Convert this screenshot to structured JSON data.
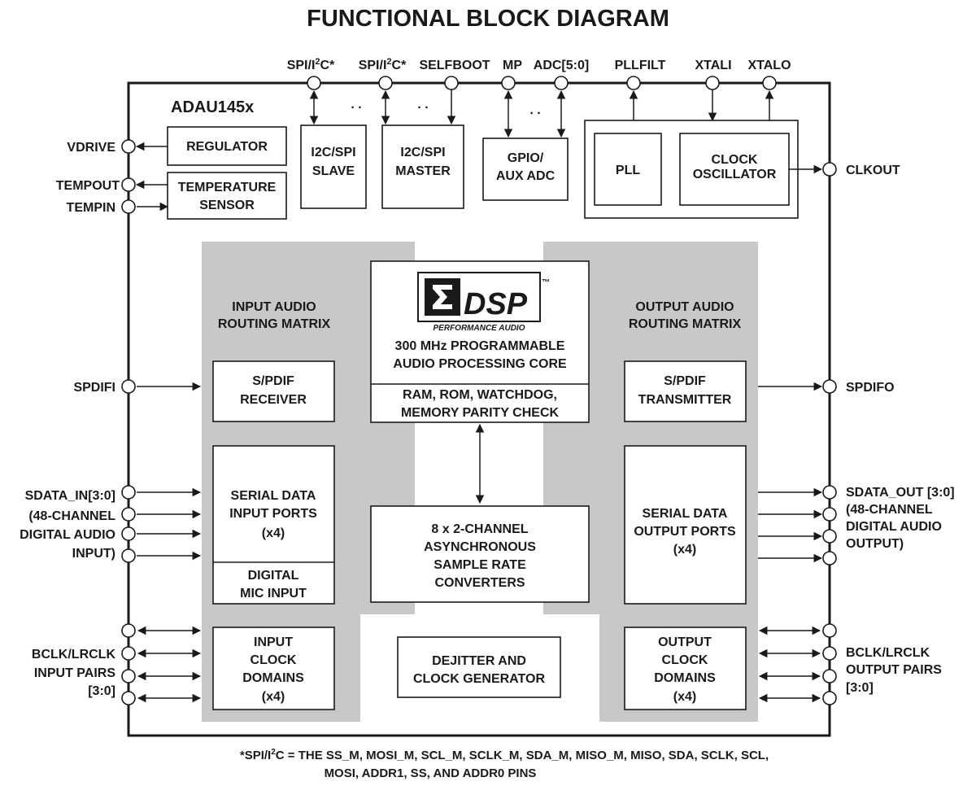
{
  "title": "FUNCTIONAL BLOCK DIAGRAM",
  "chip_name": "ADAU145x",
  "top_pins": {
    "spi_i2c_1": [
      "SPI/I",
      "2",
      "C*"
    ],
    "spi_i2c_2": [
      "SPI/I",
      "2",
      "C*"
    ],
    "selfboot": "SELFBOOT",
    "mp": "MP",
    "adc": "ADC[5:0]",
    "pllfilt": "PLLFILT",
    "xtali": "XTALI",
    "xtalo": "XTALO"
  },
  "ellipsis": ". .",
  "left_pins": {
    "vdrive": "VDRIVE",
    "tempout": "TEMPOUT",
    "tempin": "TEMPIN",
    "spdifi": "SPDIFI",
    "sdata_in": [
      "SDATA_IN[3:0]",
      "(48-CHANNEL",
      "DIGITAL AUDIO",
      "INPUT)"
    ],
    "bclk_in": [
      "BCLK/LRCLK",
      "INPUT PAIRS",
      "[3:0]"
    ]
  },
  "right_pins": {
    "clkout": "CLKOUT",
    "spdifo": "SPDIFO",
    "sdata_out": [
      "SDATA_OUT [3:0]",
      "(48-CHANNEL",
      "DIGITAL AUDIO",
      "OUTPUT)"
    ],
    "bclk_out": [
      "BCLK/LRCLK",
      "OUTPUT PAIRS",
      "[3:0]"
    ]
  },
  "blocks": {
    "regulator": [
      "REGULATOR"
    ],
    "temp_sensor": [
      "TEMPERATURE",
      "SENSOR"
    ],
    "i2c_slave": [
      "I2C/SPI",
      "SLAVE"
    ],
    "i2c_master": [
      "I2C/SPI",
      "MASTER"
    ],
    "gpio": [
      "GPIO/",
      "AUX ADC"
    ],
    "pll": [
      "PLL"
    ],
    "clock_osc": [
      "CLOCK",
      "OSCILLATOR"
    ],
    "input_matrix": [
      "INPUT AUDIO",
      "ROUTING MATRIX"
    ],
    "output_matrix": [
      "OUTPUT AUDIO",
      "ROUTING MATRIX"
    ],
    "dsp_logo": "DSP",
    "dsp_tm": "™",
    "dsp_sub": "PERFORMANCE AUDIO",
    "dsp_core": [
      "300 MHz PROGRAMMABLE",
      "AUDIO PROCESSING CORE"
    ],
    "memory": [
      "RAM, ROM, WATCHDOG,",
      "MEMORY PARITY CHECK"
    ],
    "spdif_rx": [
      "S/PDIF",
      "RECEIVER"
    ],
    "spdif_tx": [
      "S/PDIF",
      "TRANSMITTER"
    ],
    "serial_in": [
      "SERIAL DATA",
      "INPUT PORTS",
      "(x4)"
    ],
    "digital_mic": [
      "DIGITAL",
      "MIC INPUT"
    ],
    "serial_out": [
      "SERIAL DATA",
      "OUTPUT PORTS",
      "(x4)"
    ],
    "asrc": [
      "8 x 2-CHANNEL",
      "ASYNCHRONOUS",
      "SAMPLE RATE",
      "CONVERTERS"
    ],
    "input_clock": [
      "INPUT",
      "CLOCK",
      "DOMAINS",
      "(x4)"
    ],
    "output_clock": [
      "OUTPUT",
      "CLOCK",
      "DOMAINS",
      "(x4)"
    ],
    "dejitter": [
      "DEJITTER AND",
      "CLOCK GENERATOR"
    ]
  },
  "footnote": [
    [
      "*SPI/I",
      "2",
      "C = THE SS_M, MOSI_M, SCL_M, SCLK_M, SDA_M, MISO_M, MISO, SDA, SCLK, SCL,"
    ],
    "MOSI, ADDR1, SS, AND ADDR0 PINS"
  ]
}
